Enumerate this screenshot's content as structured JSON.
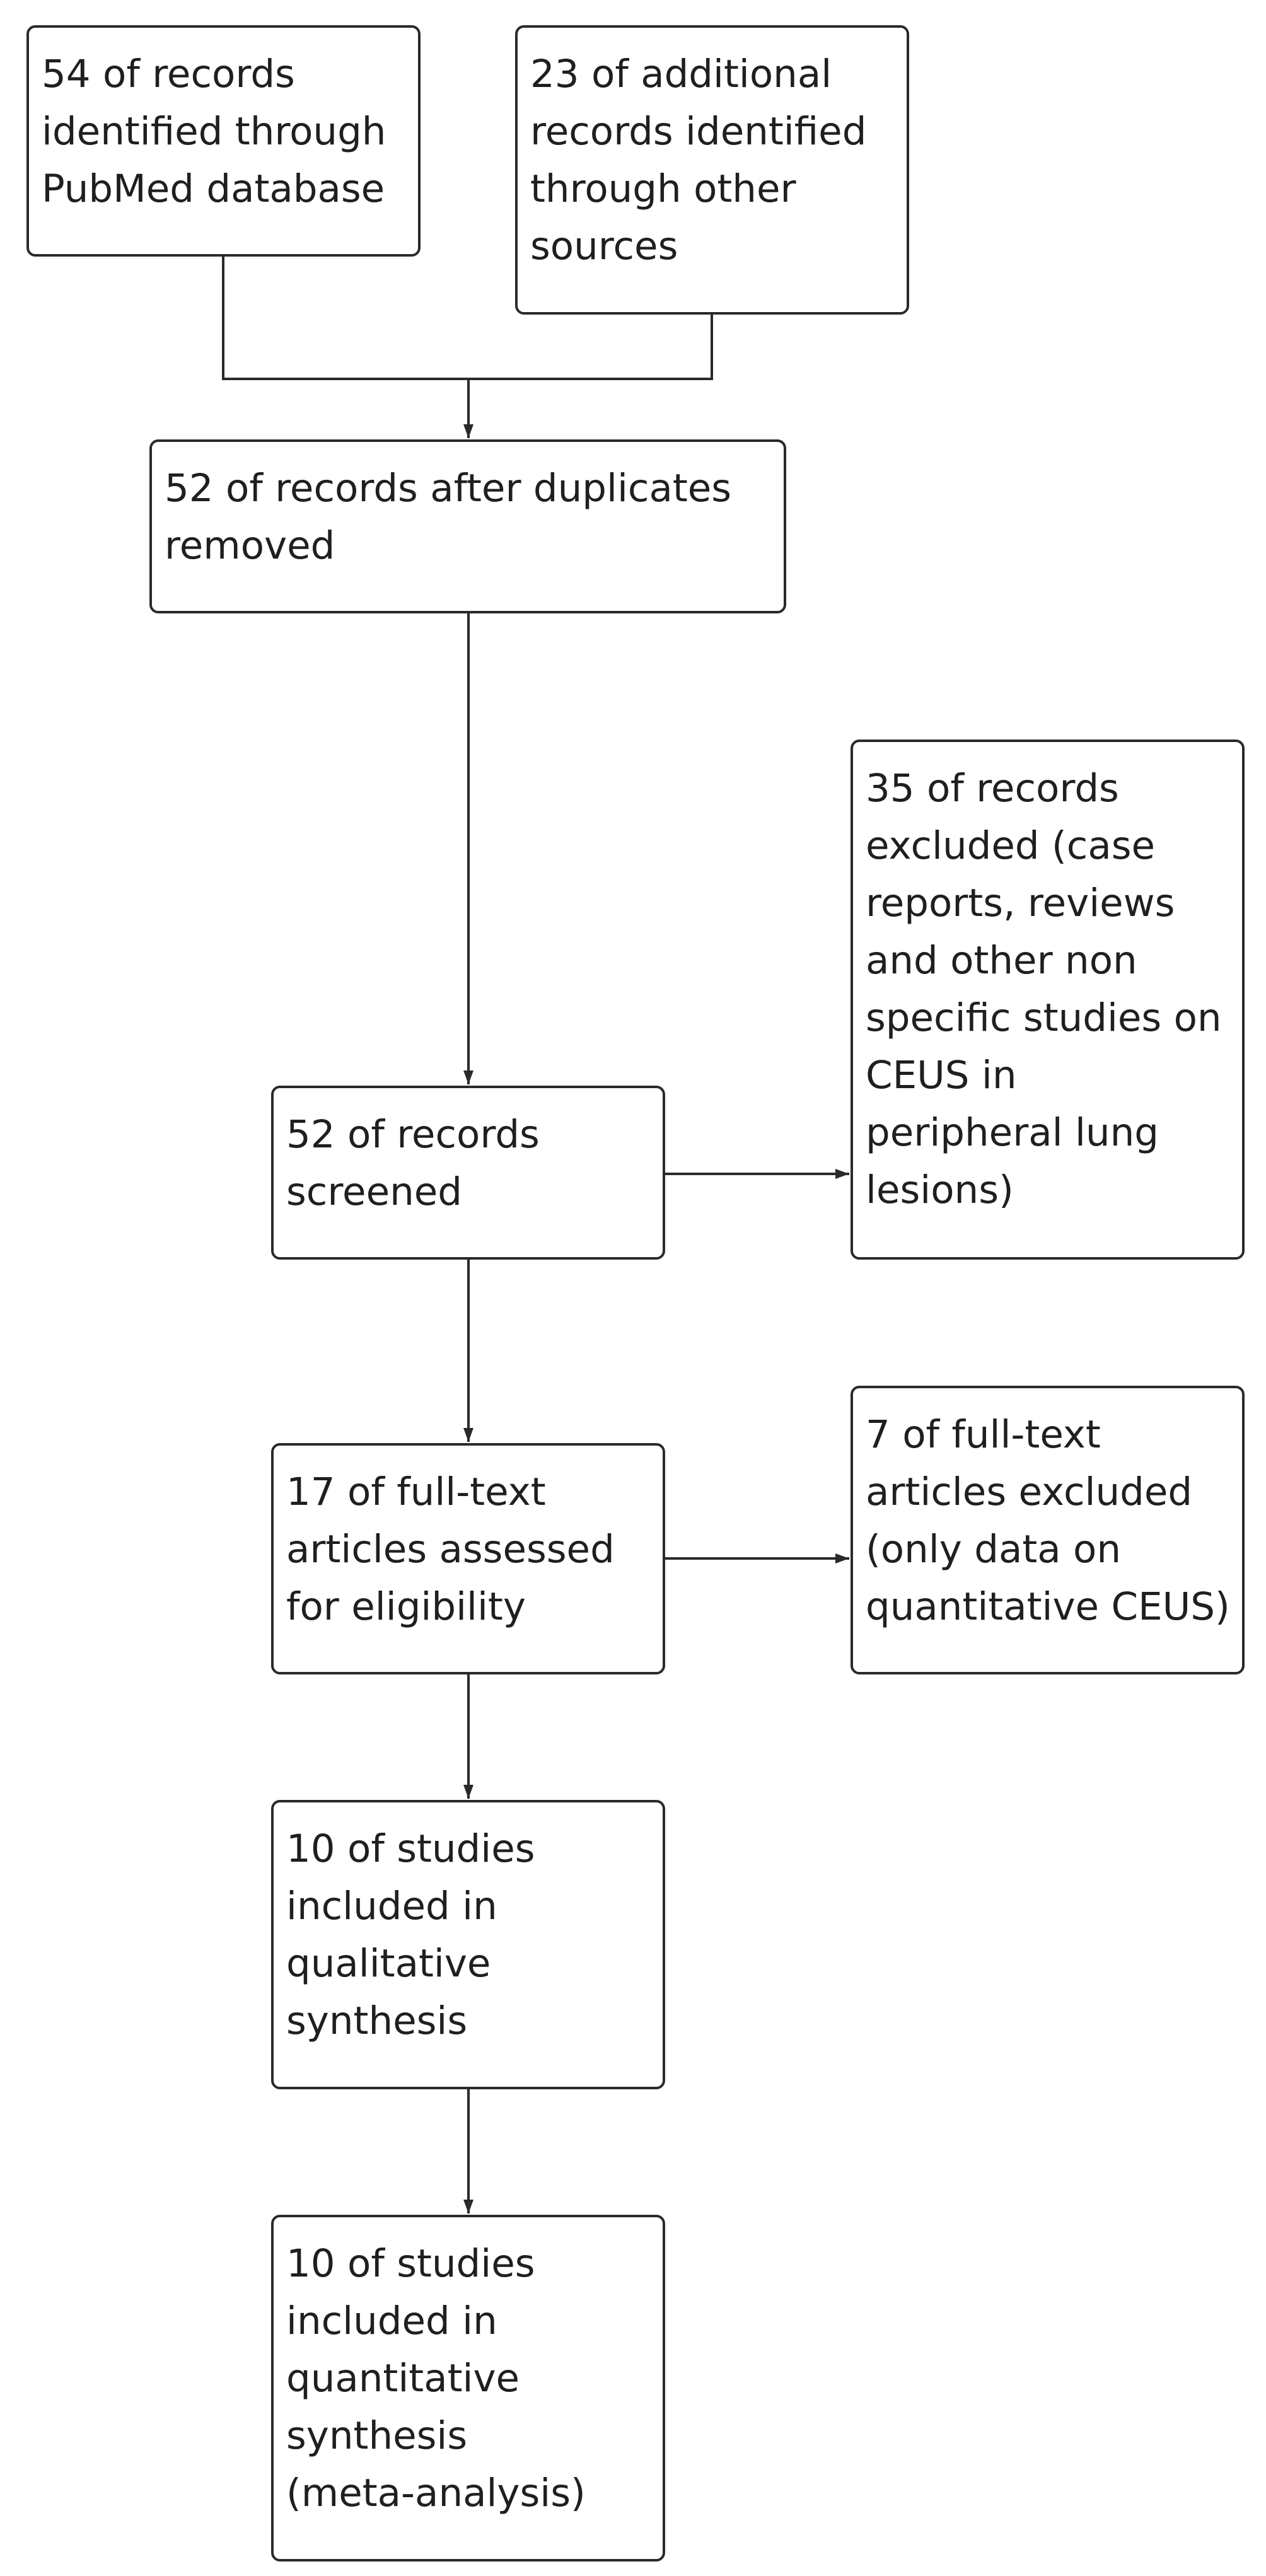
{
  "boxes": {
    "pubmed": "54 of records\nidentified through\nPubMed database",
    "other_sources": "23 of additional\nrecords identified\nthrough other\nsources",
    "duplicates_removed": "52 of records after duplicates\nremoved",
    "screened": "52 of records\nscreened",
    "records_excluded": "35 of records\nexcluded (case\nreports, reviews\nand other non\nspecific studies on\nCEUS in\nperipheral lung\nlesions)",
    "fulltext_assessed": "17 of full-text\narticles assessed\nfor eligibility",
    "fulltext_excluded": "7 of full-text\narticles excluded\n(only data on\nquantitative CEUS)",
    "qualitative": "10 of studies\nincluded in\nqualitative\nsynthesis",
    "quantitative": "10 of studies\nincluded in\nquantitative\nsynthesis\n(meta-analysis)"
  },
  "colors": {
    "line": "#2a2a2a",
    "text": "#1f1f1f",
    "background": "#ffffff"
  }
}
